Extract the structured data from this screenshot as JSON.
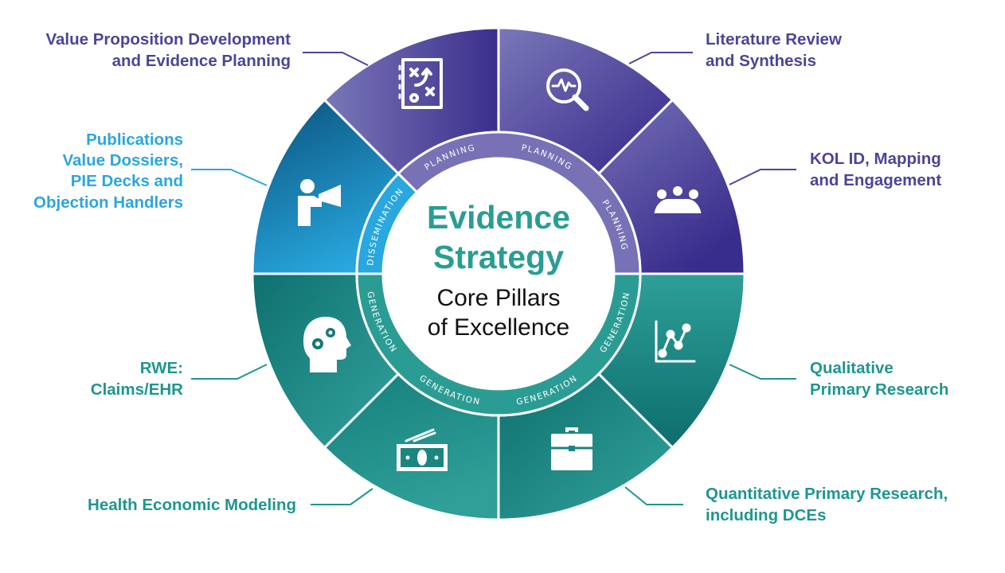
{
  "center": {
    "title_line1": "Evidence",
    "title_line2": "Strategy",
    "subtitle_line1": "Core Pillars",
    "subtitle_line2": "of Excellence"
  },
  "colors": {
    "purple_text": "#4b4597",
    "blue_text": "#2aa6de",
    "teal_text": "#1f968e",
    "title": "#2a9d92"
  },
  "ring_labels": {
    "planning": "PLANNING",
    "dissemination": "DISSEMINATION",
    "generation": "GENERATION"
  },
  "pillars": [
    {
      "id": "value-proposition",
      "icon": "strategy-board-icon",
      "lines": [
        "Value Proposition Development",
        "and Evidence Planning"
      ]
    },
    {
      "id": "literature-review",
      "icon": "magnifier-pulse-icon",
      "lines": [
        "Literature Review",
        "and Synthesis"
      ]
    },
    {
      "id": "kol",
      "icon": "meeting-group-icon",
      "lines": [
        "KOL ID, Mapping",
        "and Engagement"
      ]
    },
    {
      "id": "qualitative",
      "icon": "line-chart-icon",
      "lines": [
        "Qualitative",
        "Primary Research"
      ]
    },
    {
      "id": "quantitative",
      "icon": "briefcase-icon",
      "lines": [
        "Quantitative Primary Research,",
        "including DCEs"
      ]
    },
    {
      "id": "health-economic",
      "icon": "money-icon",
      "lines": [
        "Health Economic Modeling"
      ]
    },
    {
      "id": "rwe",
      "icon": "head-gears-icon",
      "lines": [
        "RWE:",
        "Claims/EHR"
      ]
    },
    {
      "id": "publications",
      "icon": "megaphone-person-icon",
      "lines": [
        "Publications",
        "Value Dossiers,",
        "PIE Decks and",
        "Objection Handlers"
      ]
    }
  ]
}
